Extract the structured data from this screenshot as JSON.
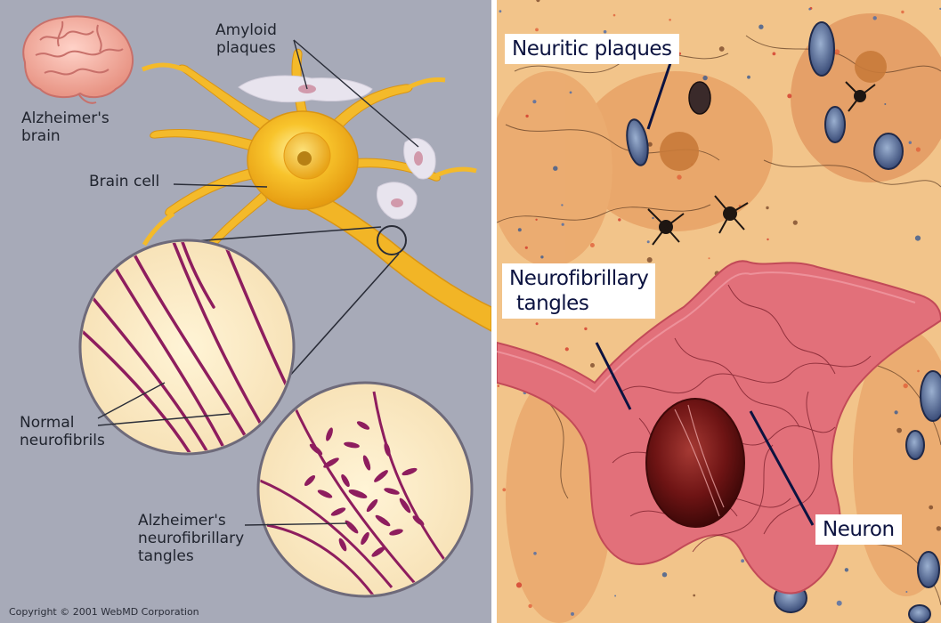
{
  "left_panel": {
    "labels": {
      "amyloid_plaques_line1": "Amyloid",
      "amyloid_plaques_line2": "plaques",
      "alzheimers_brain_line1": "Alzheimer's",
      "alzheimers_brain_line2": "brain",
      "brain_cell": "Brain cell",
      "normal_neurofibrils_line1": "Normal",
      "normal_neurofibrils_line2": "neurofibrils",
      "tangles_line1": "Alzheimer's",
      "tangles_line2": "neurofibrillary",
      "tangles_line3": "tangles"
    },
    "copyright": "Copyright © 2001 WebMD Corporation"
  },
  "right_panel": {
    "labels": {
      "neuritic_plaques": "Neuritic plaques",
      "neurofibrillary_tangles_line1": "Neurofibrillary",
      "neurofibrillary_tangles_line2": "tangles",
      "neuron": "Neuron"
    }
  },
  "colors": {
    "left_background": "#a7aab8",
    "neuron_yellow": "#f2b526",
    "fibril_purple": "#8e1d5e",
    "tissue_pink": "#e2707a",
    "tissue_background": "#f2c48a",
    "label_box_text": "#0c1340"
  }
}
